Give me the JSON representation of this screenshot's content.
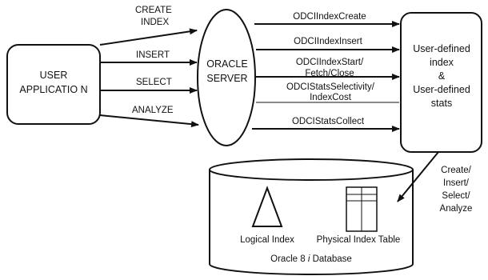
{
  "user_app": {
    "line1": "USER",
    "line2": "APPLICATIO N"
  },
  "server": {
    "line1": "ORACLE",
    "line2": "SERVER"
  },
  "user_defined": {
    "line1": "User-defined",
    "line2": "index",
    "line3": "&",
    "line4": "User-defined",
    "line5": "stats"
  },
  "user_ops": {
    "create_line1": "CREATE",
    "create_line2": "INDEX",
    "insert": "INSERT",
    "select": "SELECT",
    "analyze": "ANALYZE"
  },
  "odci_calls": {
    "create": "ODCIIndexCreate",
    "insert": "ODCIIndexInsert",
    "start_line1": "ODCIIndexStart/",
    "start_line2": "Fetch/Close",
    "selectivity_line1": "ODCIStatsSelectivity/",
    "selectivity_line2": "IndexCost",
    "collect": "ODCIStatsCollect"
  },
  "db_ops": {
    "line1": "Create/",
    "line2": "Insert/",
    "line3": "Select/",
    "line4": "Analyze"
  },
  "database": {
    "logical_index": "Logical Index",
    "physical_table": "Physical Index Table",
    "name_prefix": "Oracle 8",
    "name_italic": "i",
    "name_suffix": "Database"
  }
}
